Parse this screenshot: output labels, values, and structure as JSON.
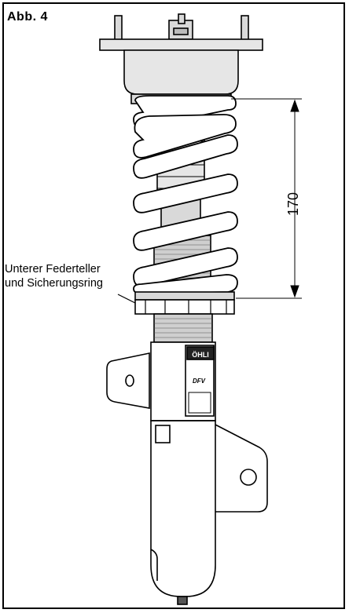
{
  "figure": {
    "label": "Abb. 4"
  },
  "callout": {
    "line1": "Unterer Federteller",
    "line2": "und Sicherungsring"
  },
  "dimension": {
    "value": "170"
  },
  "brand": {
    "name": "ÖHLI",
    "sub": "DFV"
  }
}
